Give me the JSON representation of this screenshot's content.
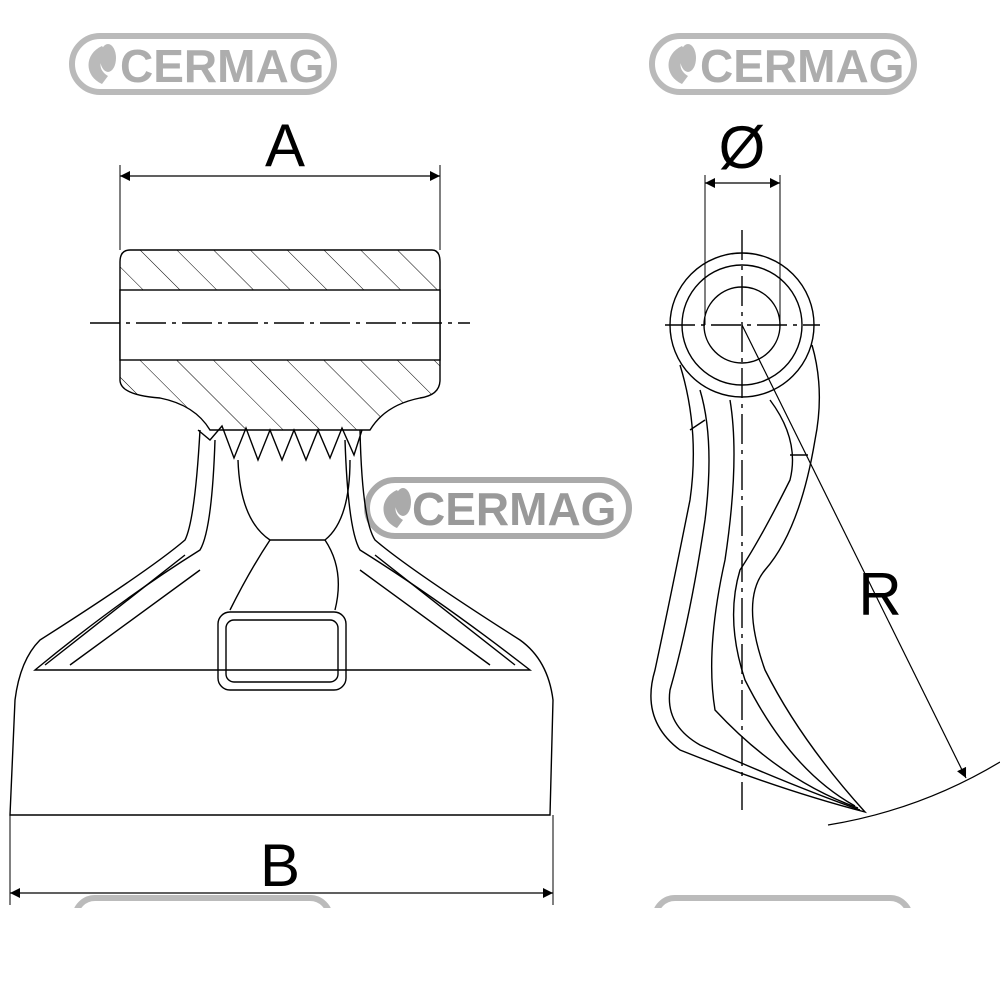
{
  "watermark": {
    "text": "CERMAG",
    "color": "#9a9a9a"
  },
  "dimensions": {
    "a_label": "A",
    "b_label": "B",
    "diameter_label": "Ø",
    "radius_label": "R"
  },
  "colors": {
    "line": "#000000",
    "watermark": "#9a9a9a"
  }
}
